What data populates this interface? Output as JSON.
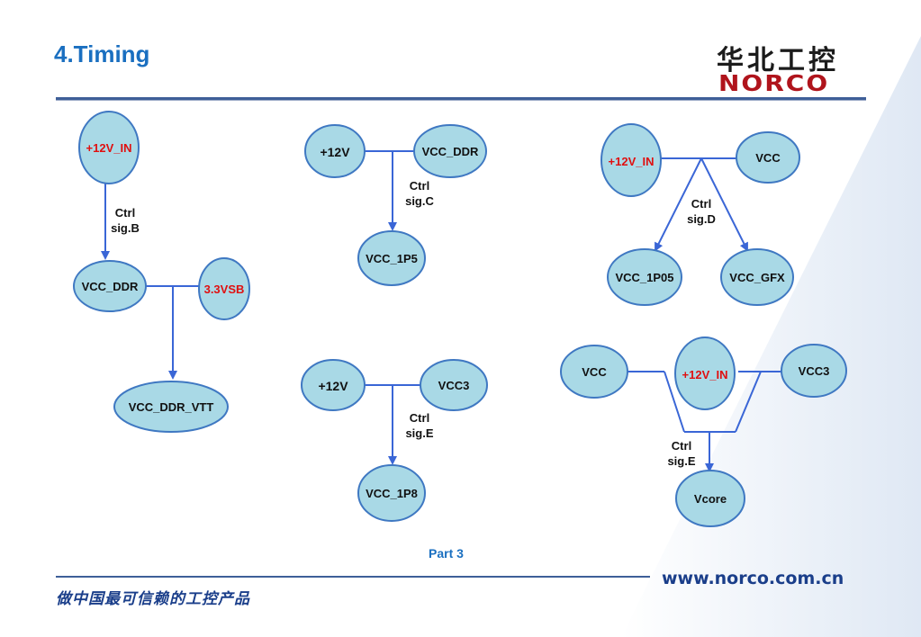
{
  "title": "4.Timing",
  "logo": {
    "chinese": "华北工控",
    "english": "NORCO"
  },
  "footer": {
    "part": "Part 3",
    "slogan": "做中国最可信赖的工控产品",
    "url": "www.norco.com.cn"
  },
  "colors": {
    "node_fill": "#a9d9e6",
    "node_stroke": "#3f78c2",
    "arrow": "#3a66d6",
    "red_text": "#e01010",
    "black_text": "#111111",
    "title": "#1a6fc0"
  },
  "groups": {
    "g1": {
      "n1": "+12V_IN",
      "n2": "VCC_DDR",
      "n3": "3.3VSB",
      "n4": "VCC_DDR_VTT",
      "ctrl1": "Ctrl",
      "ctrl2": "sig.B"
    },
    "g2": {
      "n1": "+12V",
      "n2": "VCC_DDR",
      "n3": "VCC_1P5",
      "ctrl1": "Ctrl",
      "ctrl2": "sig.C"
    },
    "g3": {
      "n1": "+12V_IN",
      "n2": "VCC",
      "n3": "VCC_1P05",
      "n4": "VCC_GFX",
      "ctrl1": "Ctrl",
      "ctrl2": "sig.D"
    },
    "g4": {
      "n1": "+12V",
      "n2": "VCC3",
      "n3": "VCC_1P8",
      "ctrl1": "Ctrl",
      "ctrl2": "sig.E"
    },
    "g5": {
      "n1": "VCC",
      "n2": "+12V_IN",
      "n3": "VCC3",
      "n4": "Vcore",
      "ctrl1": "Ctrl",
      "ctrl2": "sig.E"
    }
  }
}
